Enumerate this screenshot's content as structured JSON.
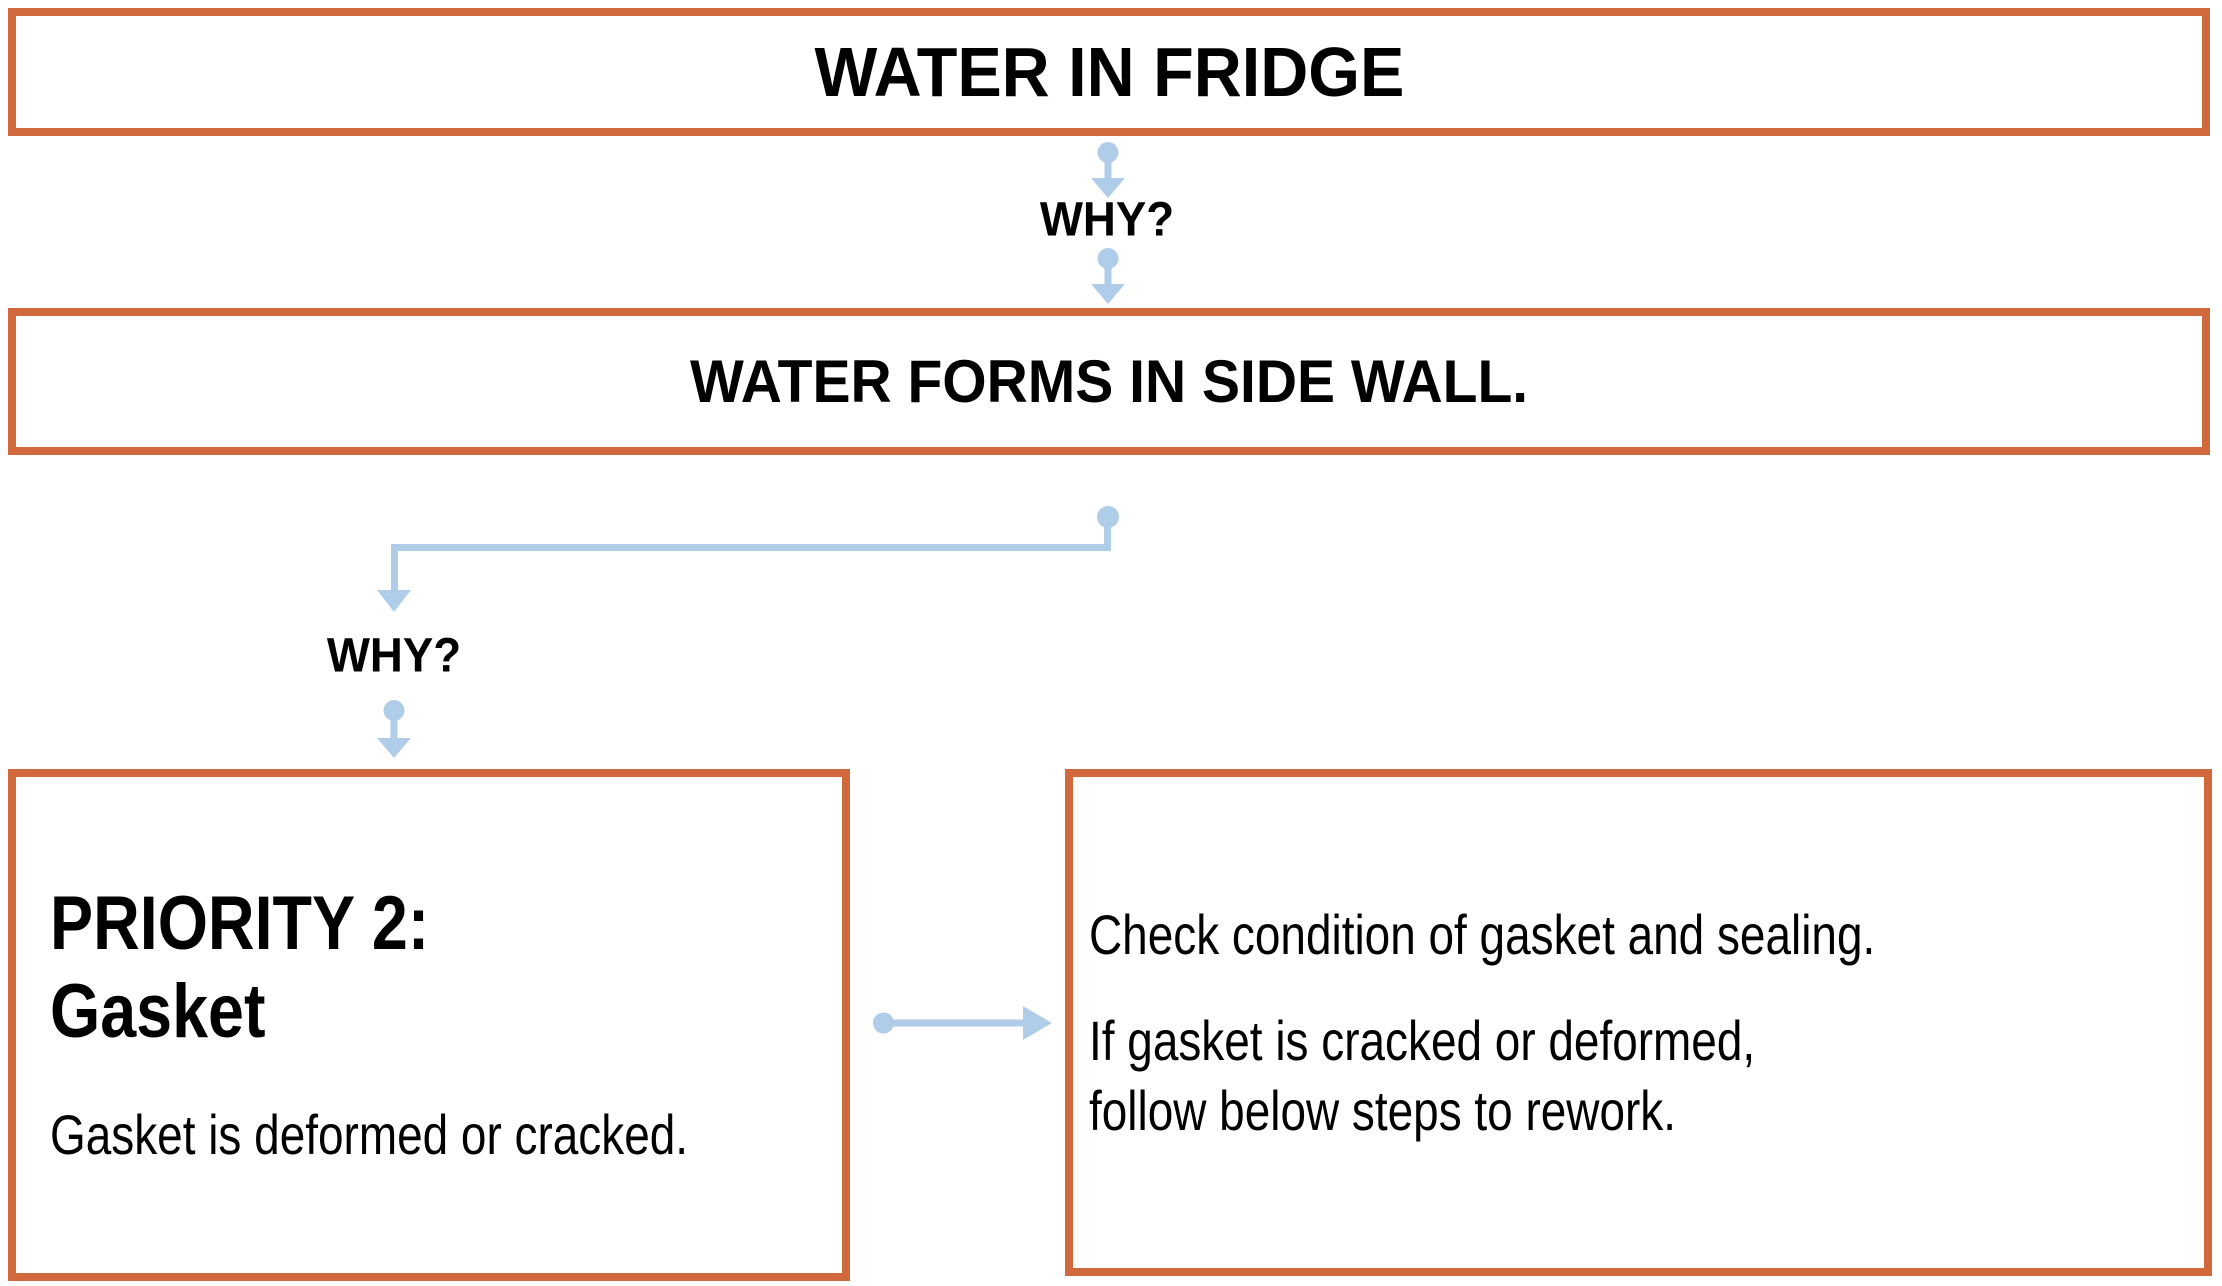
{
  "colors": {
    "box_border_orange": "#D2693C",
    "connector_blue": "#AFCDE9",
    "text_black": "#000000"
  },
  "icons": {
    "arrow_down_icon": "filled circle with stem and triangle pointing down",
    "arrow_right_icon": "filled circle with stem and triangle pointing right",
    "connector_dot_icon": "filled circle",
    "connector_arrowhead_icon": "filled triangle pointing down"
  },
  "labels": {
    "why_top": "WHY?",
    "why_left": "WHY?"
  },
  "boxes": {
    "problem": {
      "label": "WATER IN FRIDGE"
    },
    "cause": {
      "label": "WATER FORMS IN SIDE WALL."
    },
    "priority": {
      "heading_line1": "PRIORITY 2:",
      "heading_line2": "Gasket",
      "body": "Gasket is deformed or cracked."
    },
    "action": {
      "paragraph1": "Check condition of gasket and sealing.",
      "paragraph2_line1": "If gasket is cracked or deformed,",
      "paragraph2_line2": "follow below steps to rework."
    }
  }
}
